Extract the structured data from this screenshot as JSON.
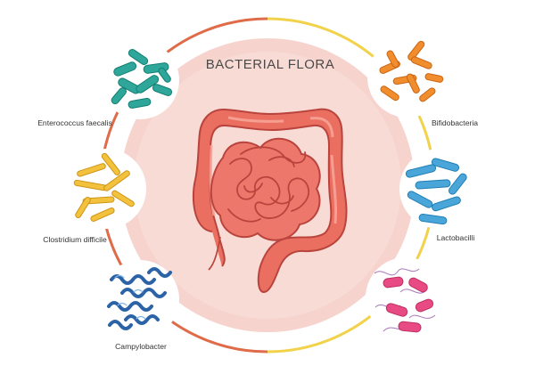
{
  "title": "BACTERIAL FLORA",
  "bacteria": [
    {
      "label": "Enterococcus faecalis",
      "shape": "green-bacilli-icon",
      "color": "#2ea79a"
    },
    {
      "label": "Clostridium difficile",
      "shape": "yellow-bacilli-icon",
      "color": "#f2c23d"
    },
    {
      "label": "Campylobacter",
      "shape": "blue-spiral-bacteria-icon",
      "color": "#2b63a6"
    },
    {
      "label": "Bifidobacteria",
      "shape": "orange-branched-bacteria-icon",
      "color": "#f08d2d"
    },
    {
      "label": "Lactobacilli",
      "shape": "light-blue-bacilli-icon",
      "color": "#4aa6d8"
    },
    {
      "label": "",
      "shape": "pink-flagellated-bacteria-icon",
      "color": "#e84b84"
    }
  ],
  "ring_colors": {
    "left": "#df6b48",
    "right": "#f1d24a"
  },
  "center_fill": "#f6d1ca",
  "organ": "intestines-illustration"
}
